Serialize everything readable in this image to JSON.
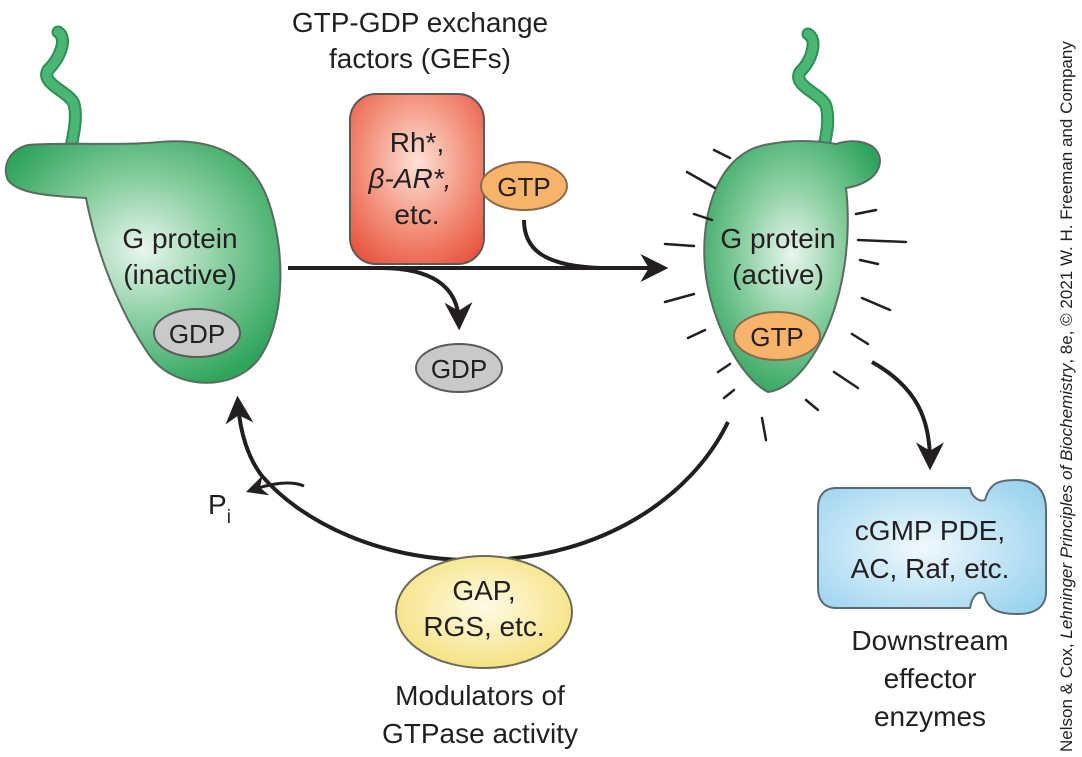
{
  "gef": {
    "title_line1": "GTP-GDP exchange",
    "title_line2": "factors (GEFs)",
    "box_line1": "Rh*,",
    "box_line2": "β-AR*,",
    "box_line3": "etc.",
    "box_color": "#ee6a55"
  },
  "inactive_protein": {
    "line1": "G protein",
    "line2": "(inactive)",
    "nucleotide": "GDP",
    "body_color": "#3fae6a"
  },
  "active_protein": {
    "line1": "G protein",
    "line2": "(active)",
    "nucleotide": "GTP",
    "body_color": "#3fae6a"
  },
  "incoming_gtp": "GTP",
  "released_gdp": "GDP",
  "phosphate": {
    "symbol": "P",
    "subscript": "i"
  },
  "modulators": {
    "box_line1": "GAP,",
    "box_line2": "RGS, etc.",
    "caption_line1": "Modulators of",
    "caption_line2": "GTPase activity",
    "box_color": "#f8ea8c"
  },
  "effectors": {
    "box_line1": "cGMP PDE,",
    "box_line2": "AC, Raf, etc.",
    "caption_line1": "Downstream",
    "caption_line2": "effector",
    "caption_line3": "enzymes",
    "box_color": "#bfe3f5"
  },
  "credit": {
    "prefix": "Nelson & Cox, ",
    "italic": "Lehninger Principles of Biochemistry",
    "suffix": ", 8e, © 2021 W. H. Freeman and Company"
  },
  "colors": {
    "gtp_oval": "#f8b36a",
    "gdp_oval": "#c9c9c9",
    "arrow": "#231f20"
  }
}
